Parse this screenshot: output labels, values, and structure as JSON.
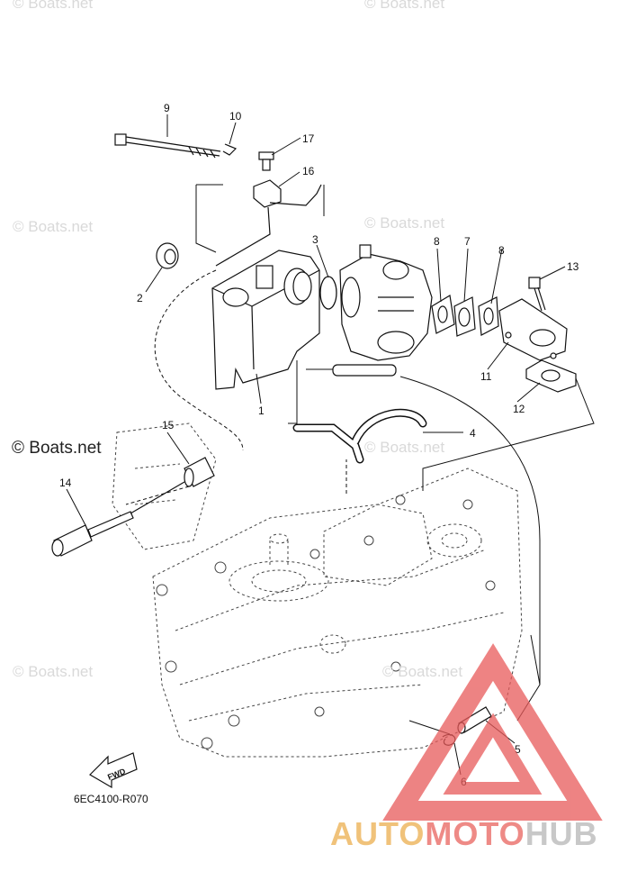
{
  "watermarks": {
    "top_left": "© Boats.net",
    "top_right": "© Boats.net",
    "mid_left": "© Boats.net",
    "mid_right": "© Boats.net",
    "dark_left": "© Boats.net",
    "center_right": "© Boats.net",
    "bottom_left": "© Boats.net",
    "bottom_right": "© Boats.net"
  },
  "callouts": [
    "1",
    "2",
    "3",
    "4",
    "5",
    "6",
    "7",
    "8",
    "8",
    "9",
    "10",
    "11",
    "12",
    "13",
    "14",
    "15",
    "16",
    "17"
  ],
  "fwd_label": "FWD",
  "diagram_code": "6EC4100-R070",
  "brand": {
    "part1": "AUTO",
    "part2": "MOTO",
    "part3": "HUB"
  },
  "colors": {
    "line": "#111111",
    "watermark": "#d9d9d9",
    "logo_red": "#e85a5a",
    "brand_gold": "#f0c27a",
    "brand_pink": "#ee8a86",
    "brand_grey": "#c8c8c8"
  }
}
